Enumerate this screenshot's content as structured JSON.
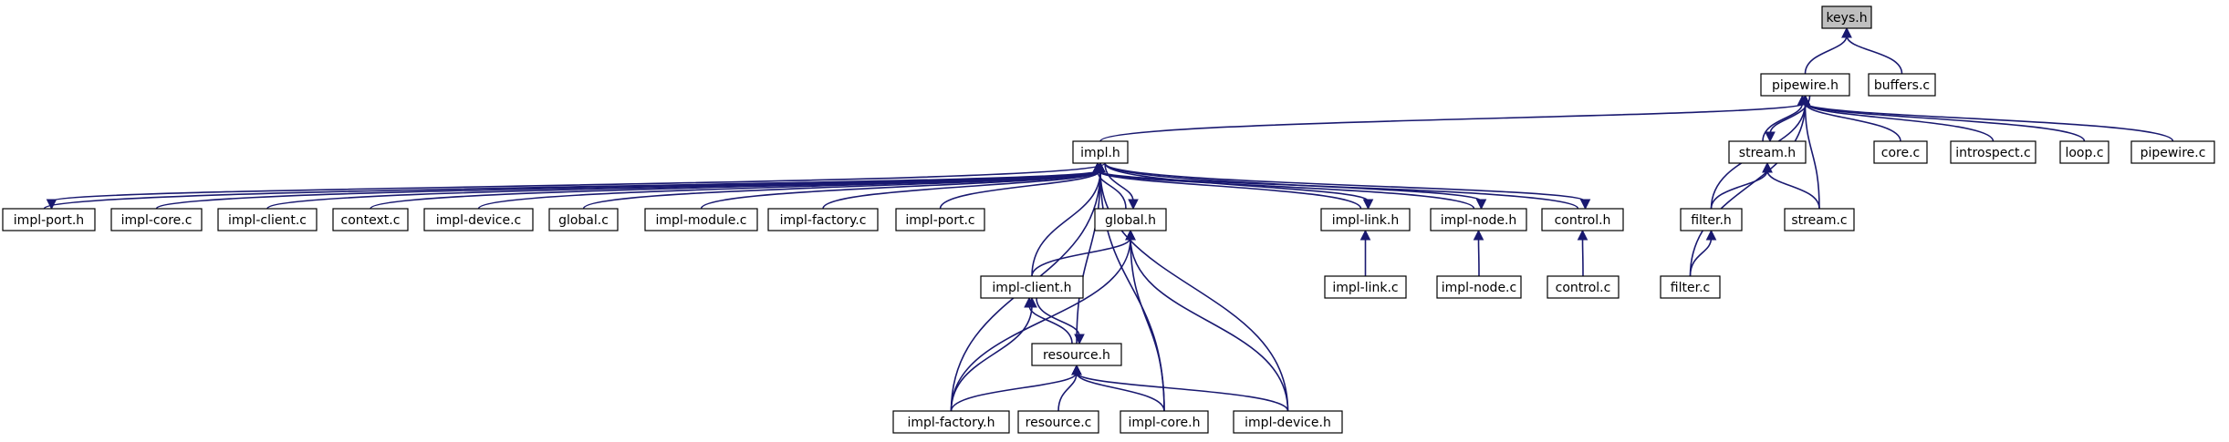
{
  "diagram": {
    "type": "include-dependency-graph",
    "root": "keys.h",
    "colors": {
      "edge": "#191970",
      "root_fill": "#bfbfbf",
      "node_fill": "#ffffff",
      "node_border": "#000000"
    },
    "nodes": [
      {
        "id": "keys_h",
        "label": "keys.h",
        "root": true
      },
      {
        "id": "pipewire_h",
        "label": "pipewire.h"
      },
      {
        "id": "buffers_c",
        "label": "buffers.c"
      },
      {
        "id": "impl_h",
        "label": "impl.h"
      },
      {
        "id": "stream_h",
        "label": "stream.h"
      },
      {
        "id": "core_c",
        "label": "core.c"
      },
      {
        "id": "introspect_c",
        "label": "introspect.c"
      },
      {
        "id": "loop_c",
        "label": "loop.c"
      },
      {
        "id": "pipewire_c",
        "label": "pipewire.c"
      },
      {
        "id": "impl_port_h",
        "label": "impl-port.h"
      },
      {
        "id": "impl_core_c",
        "label": "impl-core.c"
      },
      {
        "id": "impl_client_c",
        "label": "impl-client.c"
      },
      {
        "id": "context_c",
        "label": "context.c"
      },
      {
        "id": "impl_device_c",
        "label": "impl-device.c"
      },
      {
        "id": "global_c",
        "label": "global.c"
      },
      {
        "id": "impl_module_c",
        "label": "impl-module.c"
      },
      {
        "id": "impl_factory_c",
        "label": "impl-factory.c"
      },
      {
        "id": "impl_port_c",
        "label": "impl-port.c"
      },
      {
        "id": "global_h",
        "label": "global.h"
      },
      {
        "id": "impl_link_h",
        "label": "impl-link.h"
      },
      {
        "id": "impl_node_h",
        "label": "impl-node.h"
      },
      {
        "id": "control_h",
        "label": "control.h"
      },
      {
        "id": "filter_h",
        "label": "filter.h"
      },
      {
        "id": "stream_c",
        "label": "stream.c"
      },
      {
        "id": "impl_client_h",
        "label": "impl-client.h"
      },
      {
        "id": "impl_link_c",
        "label": "impl-link.c"
      },
      {
        "id": "impl_node_c",
        "label": "impl-node.c"
      },
      {
        "id": "control_c",
        "label": "control.c"
      },
      {
        "id": "filter_c",
        "label": "filter.c"
      },
      {
        "id": "resource_h",
        "label": "resource.h"
      },
      {
        "id": "impl_factory_h",
        "label": "impl-factory.h"
      },
      {
        "id": "resource_c",
        "label": "resource.c"
      },
      {
        "id": "impl_core_h",
        "label": "impl-core.h"
      },
      {
        "id": "impl_device_h",
        "label": "impl-device.h"
      }
    ],
    "edges": [
      {
        "from": "keys_h",
        "to": "pipewire_h"
      },
      {
        "from": "keys_h",
        "to": "buffers_c"
      },
      {
        "from": "pipewire_h",
        "to": "impl_h"
      },
      {
        "from": "pipewire_h",
        "to": "stream_h"
      },
      {
        "from": "pipewire_h",
        "to": "core_c"
      },
      {
        "from": "pipewire_h",
        "to": "introspect_c"
      },
      {
        "from": "pipewire_h",
        "to": "loop_c"
      },
      {
        "from": "pipewire_h",
        "to": "pipewire_c"
      },
      {
        "from": "pipewire_h",
        "to": "filter_h"
      },
      {
        "from": "pipewire_h",
        "to": "filter_c"
      },
      {
        "from": "pipewire_h",
        "to": "stream_c"
      },
      {
        "from": "stream_h",
        "to": "pipewire_h"
      },
      {
        "from": "stream_h",
        "to": "filter_h"
      },
      {
        "from": "stream_h",
        "to": "stream_c"
      },
      {
        "from": "filter_h",
        "to": "filter_c"
      },
      {
        "from": "impl_h",
        "to": "impl_port_h"
      },
      {
        "from": "impl_h",
        "to": "impl_core_c"
      },
      {
        "from": "impl_h",
        "to": "impl_client_c"
      },
      {
        "from": "impl_h",
        "to": "context_c"
      },
      {
        "from": "impl_h",
        "to": "impl_device_c"
      },
      {
        "from": "impl_h",
        "to": "global_c"
      },
      {
        "from": "impl_h",
        "to": "impl_module_c"
      },
      {
        "from": "impl_h",
        "to": "impl_factory_c"
      },
      {
        "from": "impl_h",
        "to": "impl_port_c"
      },
      {
        "from": "impl_h",
        "to": "global_h"
      },
      {
        "from": "impl_h",
        "to": "impl_link_h"
      },
      {
        "from": "impl_h",
        "to": "impl_node_h"
      },
      {
        "from": "impl_h",
        "to": "control_h"
      },
      {
        "from": "impl_h",
        "to": "impl_client_h"
      },
      {
        "from": "impl_h",
        "to": "resource_h"
      },
      {
        "from": "impl_h",
        "to": "impl_factory_h"
      },
      {
        "from": "impl_h",
        "to": "impl_core_h"
      },
      {
        "from": "impl_h",
        "to": "impl_device_h"
      },
      {
        "from": "impl_port_h",
        "to": "impl_h"
      },
      {
        "from": "global_h",
        "to": "impl_h"
      },
      {
        "from": "impl_link_h",
        "to": "impl_h"
      },
      {
        "from": "impl_node_h",
        "to": "impl_h"
      },
      {
        "from": "control_h",
        "to": "impl_h"
      },
      {
        "from": "global_h",
        "to": "impl_client_h"
      },
      {
        "from": "global_h",
        "to": "impl_factory_h"
      },
      {
        "from": "global_h",
        "to": "impl_core_h"
      },
      {
        "from": "global_h",
        "to": "impl_device_h"
      },
      {
        "from": "impl_client_h",
        "to": "resource_h"
      },
      {
        "from": "impl_client_h",
        "to": "impl_factory_h"
      },
      {
        "from": "resource_h",
        "to": "impl_client_h"
      },
      {
        "from": "resource_h",
        "to": "impl_factory_h"
      },
      {
        "from": "resource_h",
        "to": "resource_c"
      },
      {
        "from": "resource_h",
        "to": "impl_core_h"
      },
      {
        "from": "resource_h",
        "to": "impl_device_h"
      },
      {
        "from": "impl_link_h",
        "to": "impl_link_c"
      },
      {
        "from": "impl_node_h",
        "to": "impl_node_c"
      },
      {
        "from": "control_h",
        "to": "control_c"
      }
    ]
  }
}
